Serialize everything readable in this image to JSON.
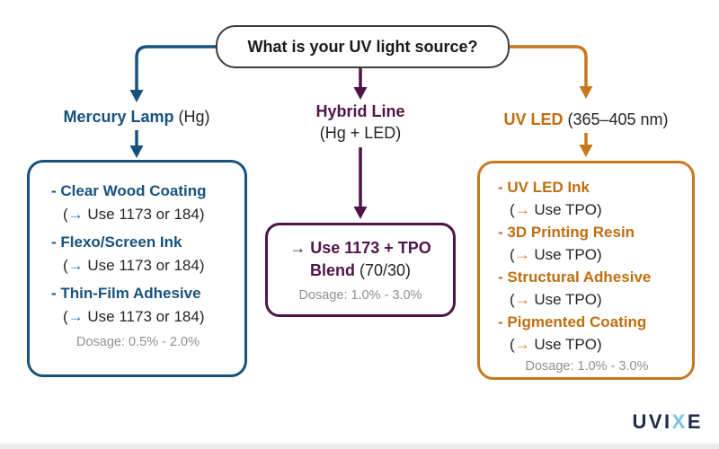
{
  "colors": {
    "mercury_blue": "#17527e",
    "note_arrow_blue": "#2a6cab",
    "hybrid_purple": "#4f1349",
    "uvled_orange_border": "#c9771b",
    "uvled_orange_text": "#c06e10",
    "dosage_gray": "#909090",
    "body_dark": "#242424",
    "logo_navy": "#1e2b49",
    "logo_accent_blue": "#79c1e4"
  },
  "question": "What is your UV light source?",
  "mercury": {
    "label_bold": "Mercury Lamp",
    "label_rest": " (Hg)",
    "items": [
      {
        "name": "- Clear Wood Coating",
        "paren": "(",
        "arrow": "→",
        "note": " Use 1173 or 184)"
      },
      {
        "name": "- Flexo/Screen Ink",
        "paren": "(",
        "arrow": "→",
        "note": " Use 1173 or 184)"
      },
      {
        "name": "- Thin-Film Adhesive",
        "paren": "(",
        "arrow": "→",
        "note": " Use 1173 or 184)"
      }
    ],
    "dosage": "Dosage: 0.5% - 2.0%"
  },
  "hybrid": {
    "label_bold": "Hybrid Line",
    "label_rest": "(Hg + LED)",
    "result_line1": "→ Use 1173 + TPO",
    "result_line2_bold": "Blend",
    "result_line2_rest": " (70/30)",
    "dosage": "Dosage: 1.0% - 3.0%"
  },
  "uvled": {
    "label_bold": "UV LED",
    "label_rest": " (365–405 nm)",
    "items": [
      {
        "name": "- UV LED Ink",
        "paren": "(",
        "arrow": "→",
        "note": " Use TPO)"
      },
      {
        "name": "- 3D Printing Resin",
        "paren": "(",
        "arrow": "→",
        "note": " Use TPO)"
      },
      {
        "name": "- Structural Adhesive",
        "paren": "(",
        "arrow": "→",
        "note": " Use TPO)"
      },
      {
        "name": "- Pigmented Coating",
        "paren": "(",
        "arrow": "→",
        "note": " Use TPO)"
      }
    ],
    "dosage": "Dosage: 1.0% - 3.0%"
  },
  "logo": {
    "prefix": "UVI",
    "accent": "X",
    "suffix": "E"
  }
}
